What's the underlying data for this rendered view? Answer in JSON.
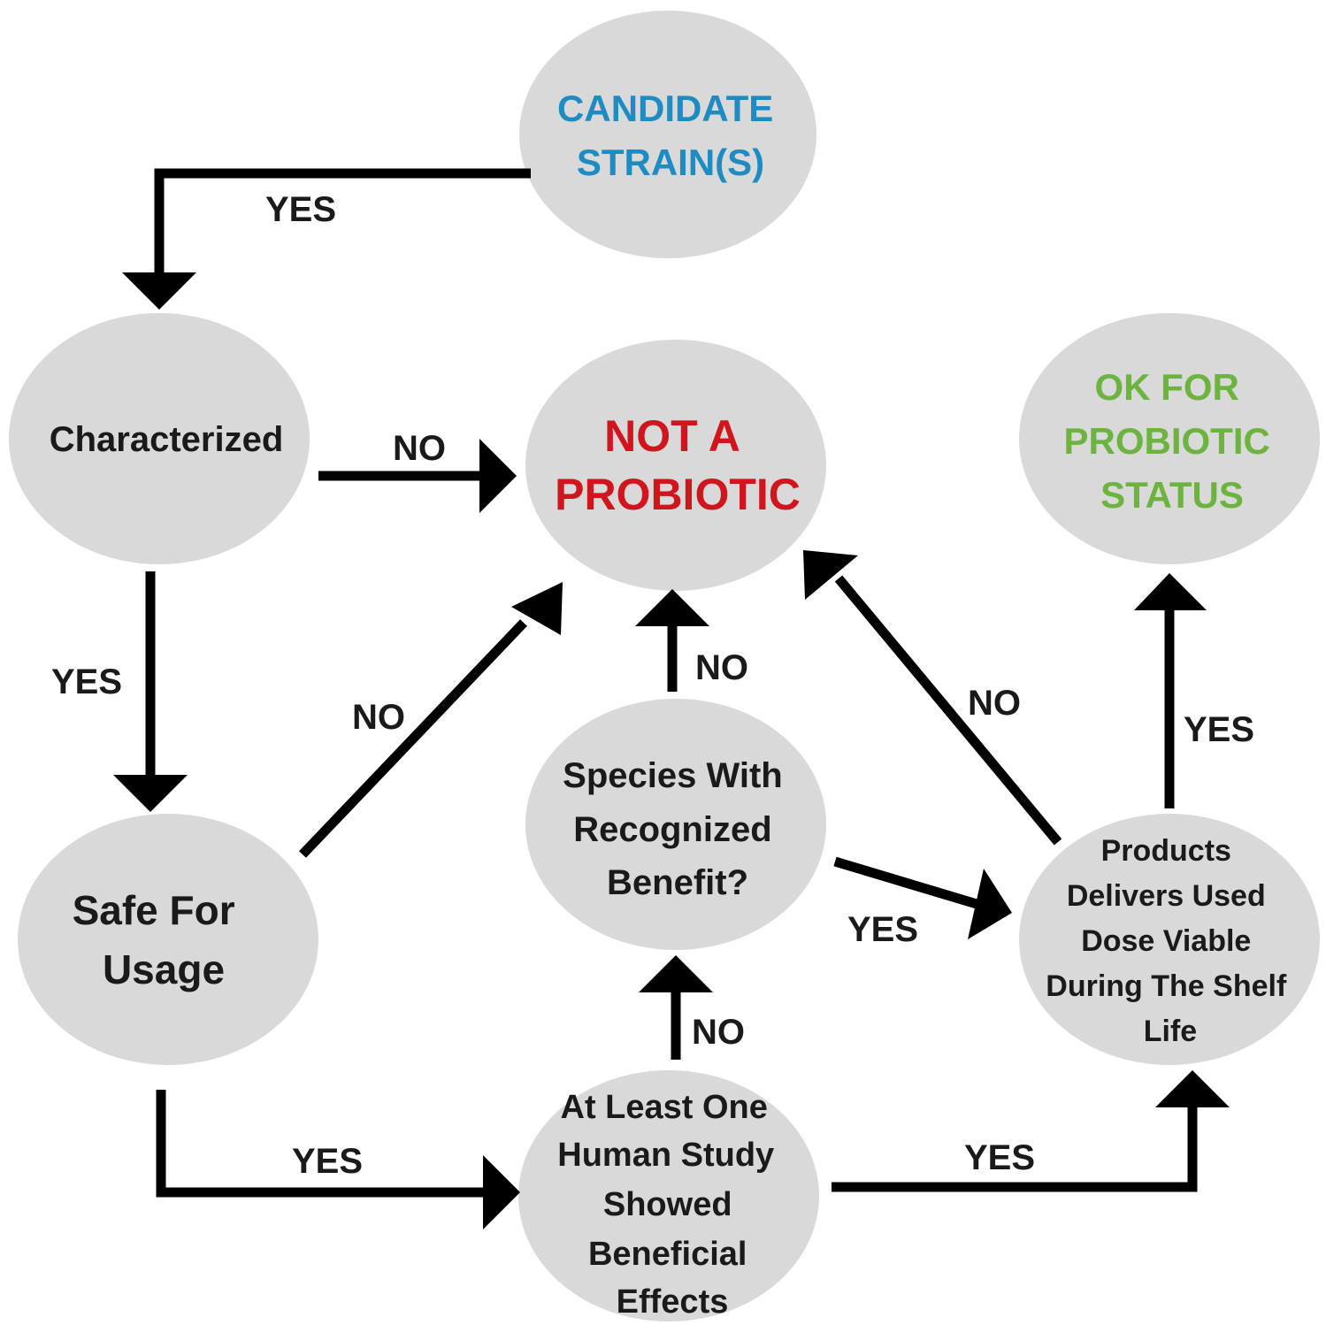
{
  "colors": {
    "node_fill": "#d9d9d9",
    "default_text": "#1a1a1a",
    "start_text": "#1e8bc3",
    "reject_text": "#d0151d",
    "accept_text": "#6cb43f"
  },
  "nodes": {
    "candidate": {
      "lines": [
        "CANDIDATE",
        "STRAIN(S)"
      ]
    },
    "characterized": {
      "lines": [
        "Characterized"
      ]
    },
    "not_probiotic": {
      "lines": [
        "NOT A",
        "PROBIOTIC"
      ]
    },
    "ok_probiotic": {
      "lines": [
        "OK FOR",
        "PROBIOTIC",
        "STATUS"
      ]
    },
    "safe": {
      "lines": [
        "Safe For",
        "Usage"
      ]
    },
    "species": {
      "lines": [
        "Species With",
        "Recognized",
        "Benefit?"
      ]
    },
    "products": {
      "lines": [
        "Products",
        "Delivers Used",
        "Dose Viable",
        "During The Shelf",
        "Life"
      ]
    },
    "human_study": {
      "lines": [
        "At Least One",
        "Human Study",
        "Showed",
        "Beneficial",
        "Effects"
      ]
    }
  },
  "edges": {
    "candidate_to_characterized": "YES",
    "characterized_to_not": "NO",
    "characterized_to_safe": "YES",
    "safe_to_not": "NO",
    "species_to_not": "NO",
    "products_to_not": "NO",
    "products_to_ok": "YES",
    "species_to_products": "YES",
    "human_to_species": "NO",
    "safe_to_human": "YES",
    "human_to_products": "YES"
  }
}
